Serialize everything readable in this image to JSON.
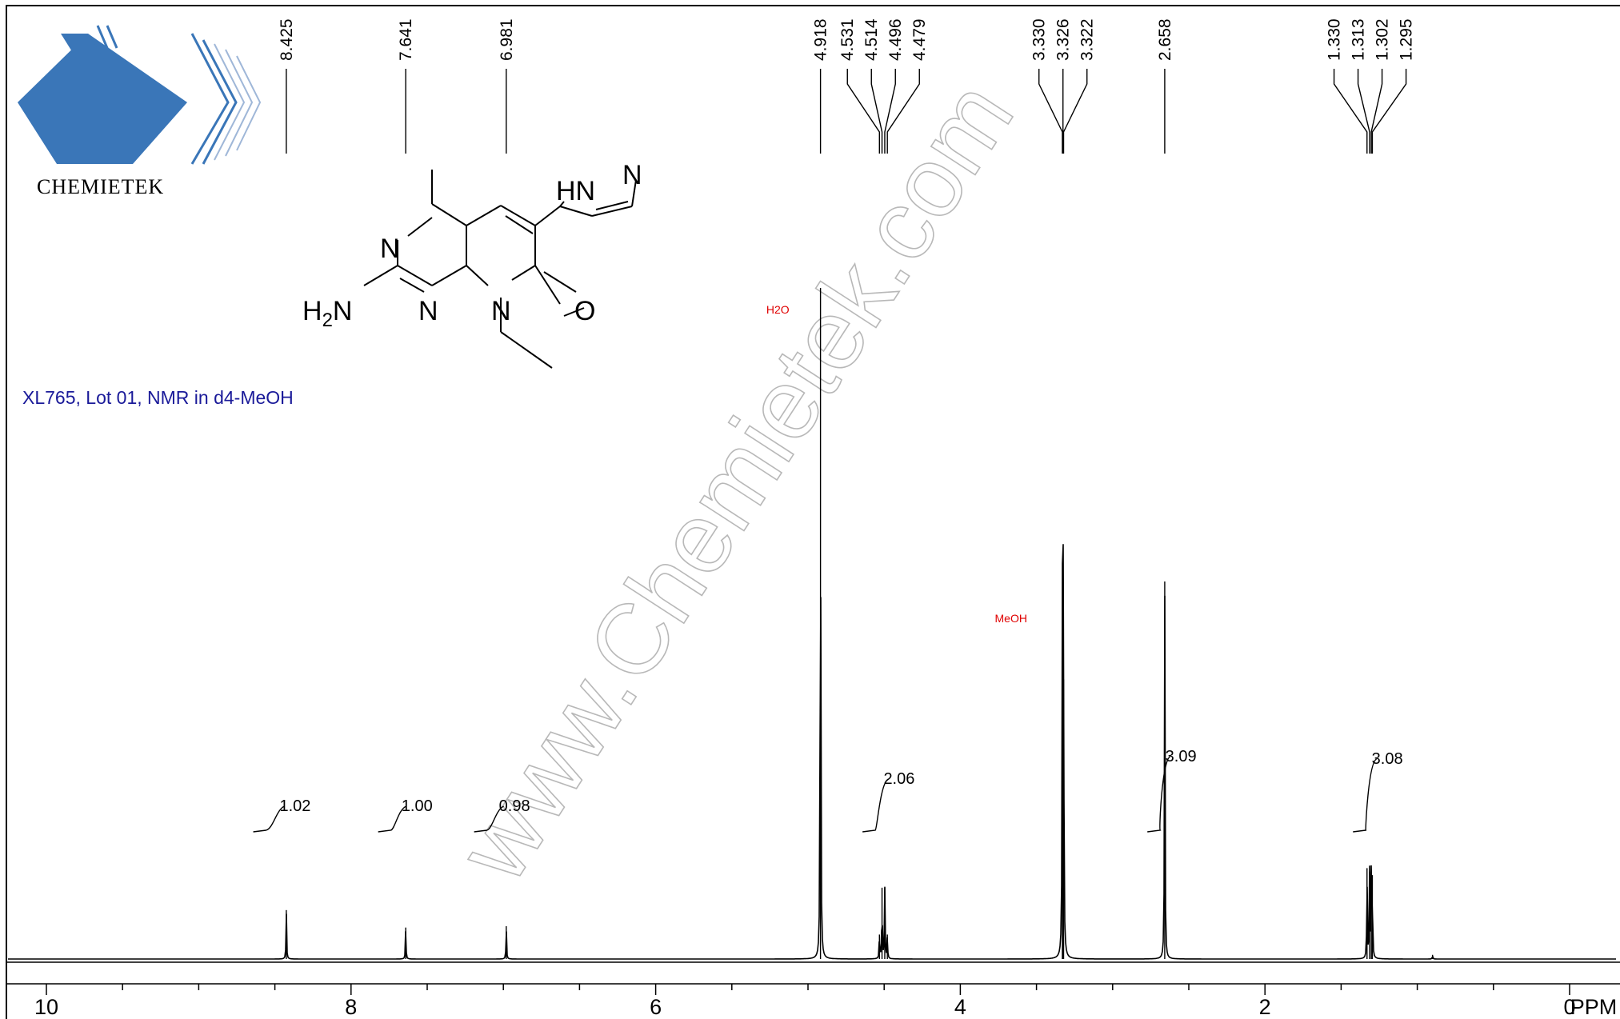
{
  "logo": {
    "text": "CHEMIETEK",
    "blue": "#3a76b8"
  },
  "sample_label": "XL765, Lot 01, NMR in d4-MeOH",
  "watermark": "www.Chemietek.com",
  "molecule": {
    "atoms": {
      "hn": "HN",
      "n_pyrazole": "N",
      "n_top": "N",
      "n_bottom": "N",
      "n_ring": "N",
      "oxygen": "O",
      "h2n": "H",
      "h2n_sub": "2",
      "h2n_n": "N"
    }
  },
  "chart_data": {
    "type": "line",
    "title": "",
    "xlabel": "PPM",
    "ylabel": "",
    "xlim": [
      10,
      0
    ],
    "x_ticks": [
      10,
      8,
      6,
      4,
      2,
      0
    ],
    "x_tick_labels": [
      "10",
      "8",
      "6",
      "4",
      "2",
      "0"
    ],
    "minor_tick_step": 0.5,
    "grid": false,
    "legend": "none",
    "series": [
      {
        "peaks": [
          {
            "ppm": 8.425,
            "height": 0.07
          },
          {
            "ppm": 7.641,
            "height": 0.045
          },
          {
            "ppm": 6.981,
            "height": 0.047
          },
          {
            "ppm": 4.918,
            "height": 0.96
          },
          {
            "ppm": 4.531,
            "height": 0.035
          },
          {
            "ppm": 4.514,
            "height": 0.102
          },
          {
            "ppm": 4.496,
            "height": 0.102
          },
          {
            "ppm": 4.479,
            "height": 0.035
          },
          {
            "ppm": 3.33,
            "height": 0.41
          },
          {
            "ppm": 3.326,
            "height": 0.52
          },
          {
            "ppm": 3.322,
            "height": 0.4
          },
          {
            "ppm": 2.658,
            "height": 0.54
          },
          {
            "ppm": 1.33,
            "height": 0.13
          },
          {
            "ppm": 1.313,
            "height": 0.125
          },
          {
            "ppm": 1.302,
            "height": 0.125
          },
          {
            "ppm": 1.295,
            "height": 0.12
          },
          {
            "ppm": 0.9,
            "height": 0.006
          }
        ]
      }
    ],
    "peak_labels": [
      "8.425",
      "7.641",
      "6.981",
      "4.918",
      "4.531",
      "4.514",
      "4.496",
      "4.479",
      "3.330",
      "3.326",
      "3.322",
      "2.658",
      "1.330",
      "1.313",
      "1.302",
      "1.295"
    ],
    "integrations": [
      {
        "start": 8.6,
        "end": 8.38,
        "value": "1.02"
      },
      {
        "start": 7.78,
        "end": 7.6,
        "value": "1.00"
      },
      {
        "start": 7.15,
        "end": 6.95,
        "value": "0.98"
      },
      {
        "start": 4.6,
        "end": 4.45,
        "value": "2.06"
      },
      {
        "start": 2.73,
        "end": 2.62,
        "value": "3.09"
      },
      {
        "start": 1.38,
        "end": 1.26,
        "value": "3.08"
      }
    ],
    "solvent_labels": [
      {
        "text": "H2O",
        "ppm": 5.2
      },
      {
        "text": "MeOH",
        "ppm": 3.7
      }
    ]
  }
}
